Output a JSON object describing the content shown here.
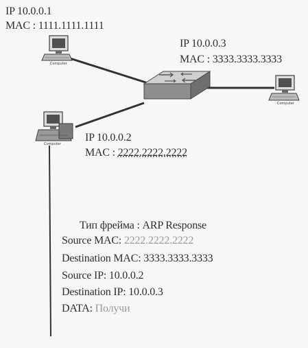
{
  "hosts": {
    "host_a": {
      "ip": "IP 10.0.0.1",
      "mac": "MAC : 1111.1111.1111",
      "label": "Computer"
    },
    "host_c": {
      "ip": "IP 10.0.0.3",
      "mac": "MAC : 3333.3333.3333",
      "label": "Computer"
    },
    "host_b": {
      "ip": "IP 10.0.0.2",
      "mac_prefix": "MAC : ",
      "mac_value": "2222.2222.2222",
      "label": "Computer"
    }
  },
  "frame": {
    "title": "Тип фрейма : ARP Response",
    "source_mac_label": "Source MAC: ",
    "source_mac_value": "2222.2222.2222",
    "destination_mac": "Destination MAC: 3333.3333.3333",
    "source_ip": "Source IP: 10.0.0.2",
    "destination_ip": "Destination IP: 10.0.0.3",
    "data_label": "DATA: ",
    "data_value": "Получи"
  }
}
